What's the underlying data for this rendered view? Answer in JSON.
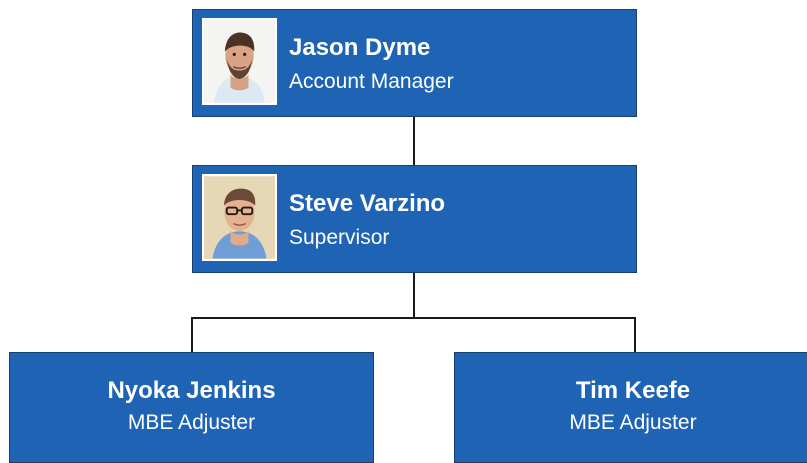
{
  "org_chart": {
    "colors": {
      "box_fill": "#1f63b5",
      "box_border": "#173e73",
      "text": "#ffffff",
      "connector": "#1a1a1a"
    },
    "top": {
      "name": "Jason Dyme",
      "role": "Account Manager",
      "photo": "portrait-photo"
    },
    "middle": {
      "name": "Steve Varzino",
      "role": "Supervisor",
      "photo": "portrait-photo"
    },
    "reports": [
      {
        "name": "Nyoka Jenkins",
        "role": "MBE Adjuster"
      },
      {
        "name": "Tim Keefe",
        "role": "MBE Adjuster"
      }
    ]
  }
}
